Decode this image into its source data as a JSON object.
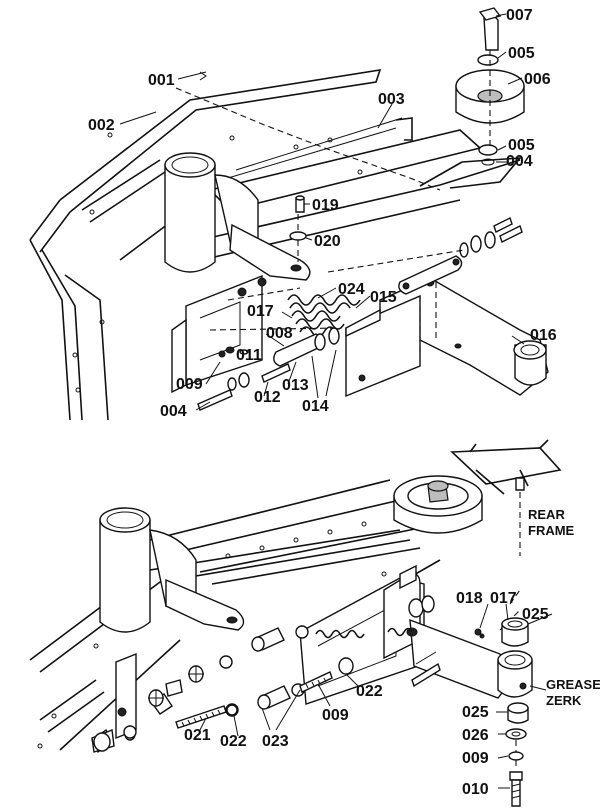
{
  "top_view": {
    "labels": {
      "p001": "001",
      "p002": "002",
      "p003": "003",
      "p004a": "004",
      "p004b": "004",
      "p005a": "005",
      "p005b": "005",
      "p006": "006",
      "p007": "007",
      "p008": "008",
      "p009": "009",
      "p011": "011",
      "p012": "012",
      "p013": "013",
      "p014": "014",
      "p015": "015",
      "p016": "016",
      "p017": "017",
      "p019": "019",
      "p020": "020",
      "p024": "024"
    }
  },
  "bottom_view": {
    "labels": {
      "p009a": "009",
      "p009b": "009",
      "p010": "010",
      "p017": "017",
      "p018": "018",
      "p021": "021",
      "p022a": "022",
      "p022b": "022",
      "p023": "023",
      "p025a": "025",
      "p025b": "025",
      "p026": "026"
    },
    "notes": {
      "rear_frame_line1": "REAR",
      "rear_frame_line2": "FRAME",
      "grease_zerk_line1": "GREASE",
      "grease_zerk_line2": "ZERK"
    }
  }
}
